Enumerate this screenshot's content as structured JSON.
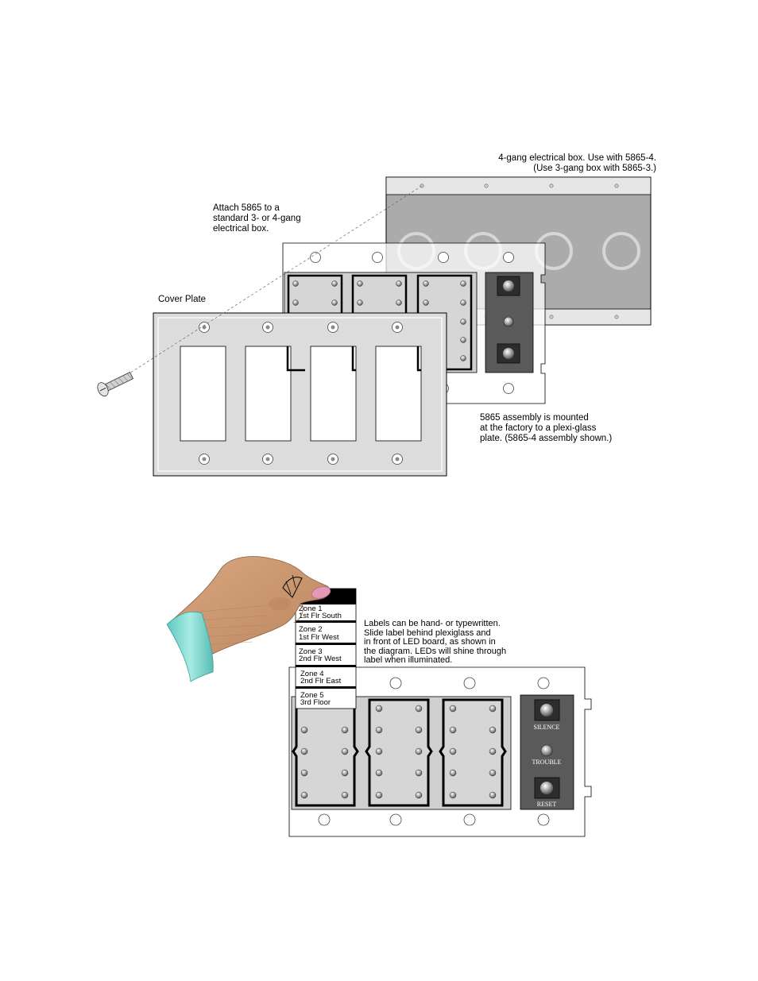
{
  "captions": {
    "box_note": "4-gang electrical box. Use with 5865-4.\n(Use 3-gang box with 5865-3.)",
    "attach_note": "Attach 5865 to a\nstandard 3- or 4-gang\nelectrical box.",
    "cover_plate": "Cover Plate",
    "assembly_note": "5865 assembly is mounted\nat the factory to a plexi-glass\nplate. (5865-4 assembly shown.)",
    "labels_note": "Labels can be hand- or typewritten.\nSlide label behind plexiglass and\nin front of LED board, as shown in\nthe diagram. LEDs will shine through\nlabel when illuminated."
  },
  "zone_labels": [
    {
      "zone": "Zone 1",
      "location": "1st Flr South"
    },
    {
      "zone": "Zone 2",
      "location": "1st Flr West"
    },
    {
      "zone": "Zone 3",
      "location": "2nd Flr West"
    },
    {
      "zone": "Zone 4",
      "location": "2nd Flr East"
    },
    {
      "zone": "Zone 5",
      "location": "3rd Floor"
    }
  ],
  "panel_buttons": {
    "silence": "SILENCE",
    "trouble": "TROUBLE",
    "reset": "RESET"
  },
  "colors": {
    "box_gray": "#a9a9a9",
    "plate_gray": "#d9d9d9",
    "board_gray": "#cccccc",
    "control_dark": "#555555",
    "skin": "#c89872",
    "nail": "#e39ab5",
    "cuff": "#7fd6cf"
  }
}
